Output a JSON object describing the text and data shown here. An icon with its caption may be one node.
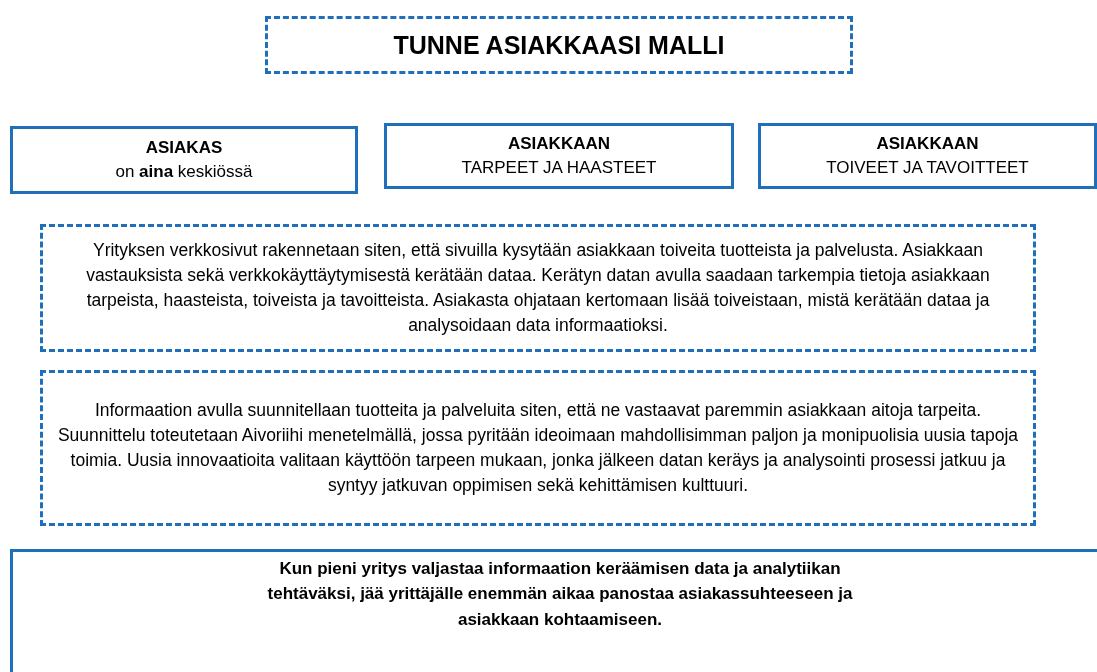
{
  "diagram": {
    "nodes": [
      {
        "text": [
          "TUNNE ASIAKKAASI MALLI"
        ]
      },
      {
        "text": [
          "ASIAKAS",
          "on **aina** keskiössä"
        ]
      },
      {
        "text": [
          "ASIAKKAAN",
          "TARPEET JA HAASTEET"
        ]
      },
      {
        "text": [
          "ASIAKKAAN",
          "TOIVEET JA TAVOITTEET"
        ]
      },
      {
        "text": [
          "Yrityksen verkkosivut rakennetaan siten, että sivuilla kysytään asiakkaan toiveita tuotteista ja palvelusta. Asiakkaan vastauksista sekä verkkokäyttäytymisestä kerätään dataa. Kerätyn datan avulla saadaan tarkempia tietoja asiakkaan tarpeista, haasteista, toiveista ja tavoitteista. Asiakasta ohjataan kertomaan lisää toiveistaan, mistä kerätään dataa ja analysoidaan data informaatioksi."
        ]
      },
      {
        "text": [
          "Informaation avulla suunnitellaan tuotteita ja palveluita siten, että ne vastaavat paremmin asiakkaan aitoja tarpeita. Suunnittelu toteutetaan Aivoriihi menetelmällä, jossa pyritään ideoimaan mahdollisimman paljon ja monipuolisia uusia tapoja toimia. Uusia innovaatioita valitaan käyttöön tarpeen mukaan, jonka jälkeen datan keräys ja analysointi prosessi jatkuu ja syntyy jatkuvan oppimisen sekä kehittämisen kulttuuri."
        ]
      },
      {
        "text": [
          "Kun pieni yritys valjastaa informaation keräämisen data ja analytiikan tehtäväksi, jää yrittäjälle enemmän aikaa panostaa asiakassuhteeseen ja asiakkaan kohtaamiseen."
        ]
      }
    ]
  }
}
